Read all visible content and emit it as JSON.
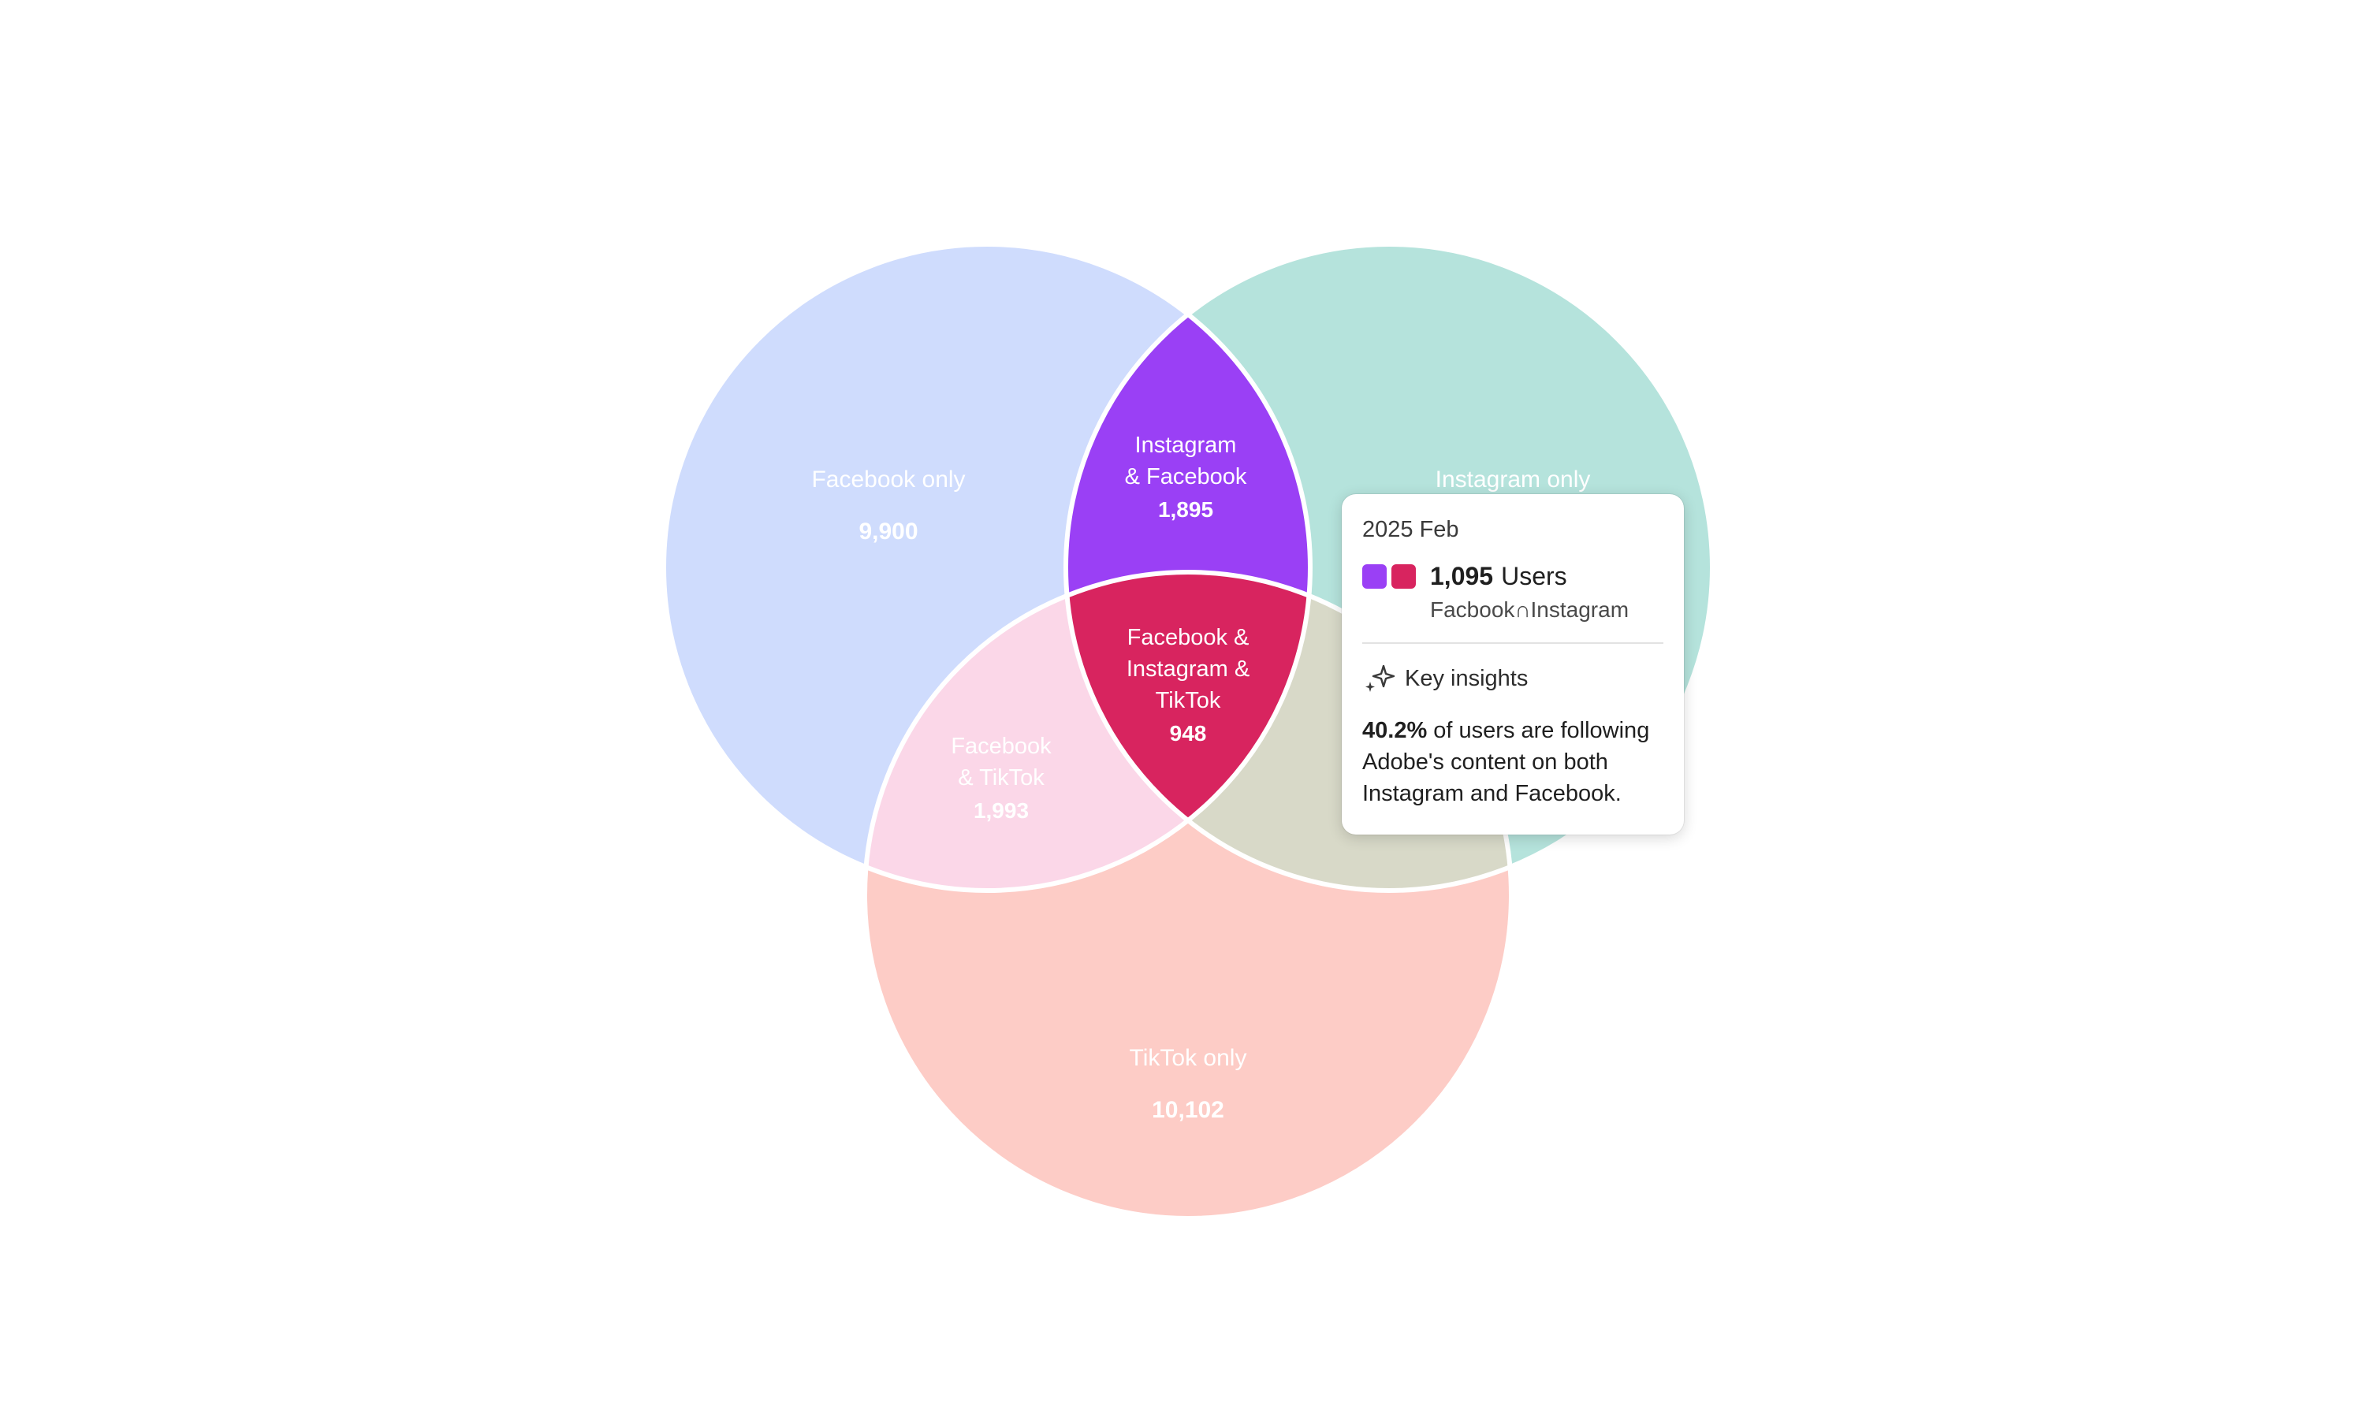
{
  "chart_data": {
    "type": "venn",
    "title": "",
    "sets": [
      "Facebook",
      "Instagram",
      "TikTok"
    ],
    "regions": [
      {
        "id": "facebook-only",
        "sets": [
          "Facebook"
        ],
        "label": "Facebook only",
        "value": 9900,
        "display": "9,900"
      },
      {
        "id": "instagram-only",
        "sets": [
          "Instagram"
        ],
        "label": "Instagram only",
        "value": null,
        "display": ""
      },
      {
        "id": "tiktok-only",
        "sets": [
          "TikTok"
        ],
        "label": "TikTok only",
        "value": 10102,
        "display": "10,102"
      },
      {
        "id": "instagram-facebook",
        "sets": [
          "Instagram",
          "Facebook"
        ],
        "label": "Instagram & Facebook",
        "label_lines": [
          "Instagram",
          "& Facebook"
        ],
        "value": 1895,
        "display": "1,895"
      },
      {
        "id": "facebook-tiktok",
        "sets": [
          "Facebook",
          "TikTok"
        ],
        "label": "Facebook & TikTok",
        "label_lines": [
          "Facebook",
          "& TikTok"
        ],
        "value": 1993,
        "display": "1,993"
      },
      {
        "id": "facebook-instagram-tiktok",
        "sets": [
          "Facebook",
          "Instagram",
          "TikTok"
        ],
        "label": "Facebook & Instagram & TikTok",
        "label_lines": [
          "Facebook &",
          "Instagram &",
          "TikTok"
        ],
        "value": 948,
        "display": "948"
      }
    ]
  },
  "colors": {
    "facebook": "#cfdcfd",
    "instagram": "#b5e3dc",
    "tiktok": "#fdccc6",
    "facebook_tiktok": "#fbd7e8",
    "instagram_tiktok": "#d8d9c8",
    "instagram_facebook": "#9a40f5",
    "all_three": "#d8245f",
    "stroke": "#ffffff"
  },
  "tooltip": {
    "date": "2025 Feb",
    "count": "1,095",
    "unit": "Users",
    "set_label": "Facbook∩Instagram",
    "insight_icon": "sparkle-icon",
    "insight_title": "Key insights",
    "insight_highlight": "40.2%",
    "insight_text_1": " of users are following Adobe's content on both Instagram and Facebook."
  }
}
